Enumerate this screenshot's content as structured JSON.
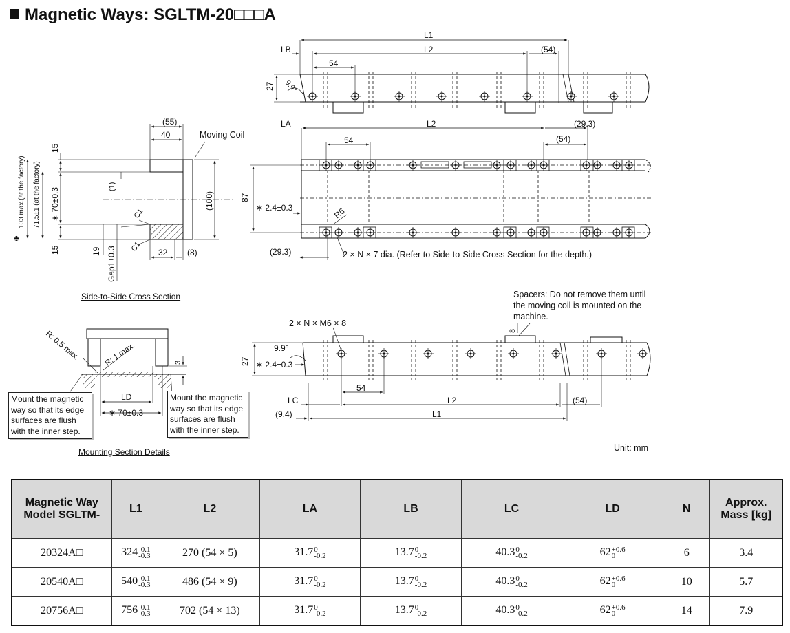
{
  "title": "Magnetic Ways: SGLTM-20□□□A",
  "top_view": {
    "L1": "L1",
    "L2": "L2",
    "LB": "LB",
    "p54a": "54",
    "p54b": "(54)",
    "h27": "27",
    "angle": "9.9°"
  },
  "mid_view": {
    "LA": "LA",
    "L2": "L2",
    "p293a": "(29.3)",
    "p54a": "54",
    "p54b": "(54)",
    "h87": "87",
    "star24": "∗ 2.4±0.3",
    "r6": "R6",
    "p293b": "(29.3)",
    "holes": "2 × N × 7 dia. (Refer to Side-to-Side Cross Section for the depth.)"
  },
  "cross_section": {
    "p55": "(55)",
    "d40": "40",
    "moving_coil": "Moving Coil",
    "d15a": "15",
    "d103": "103 max.(at the factory)",
    "d715": "71.5±1 (at the factory)",
    "d70": "∗ 70±0.3",
    "d1": "(1)",
    "c1a": "C1",
    "d100": "(100)",
    "d15b": "15",
    "d19": "19",
    "gap": "Gap1±0.3",
    "c1b": "C1",
    "d32": "32",
    "d8": "(8)",
    "caption": "Side-to-Side Cross Section"
  },
  "mounting": {
    "r05": "R: 0.5 max.",
    "r1": "R: 1 max.",
    "d3": "3",
    "LD": "LD",
    "d70": "∗ 70±0.3",
    "note_left": "Mount the magnetic way so that its edge surfaces are flush with the inner step.",
    "note_right": "Mount the magnetic way so that its edge surfaces are flush with the inner step.",
    "caption": "Mounting Section Details"
  },
  "bottom_view": {
    "spacers_note": "Spacers: Do not remove them until the moving coil is mounted on the machine.",
    "m6": "2 × N × M6 × 8",
    "d8": "8",
    "angle": "9.9°",
    "h27": "27",
    "star24": "∗ 2.4±0.3",
    "p54a": "54",
    "LC": "LC",
    "L2": "L2",
    "p54b": "(54)",
    "p94": "(9.4)",
    "L1": "L1"
  },
  "unit": "Unit: mm",
  "table": {
    "headers": [
      "Magnetic Way Model SGLTM-",
      "L1",
      "L2",
      "LA",
      "LB",
      "LC",
      "LD",
      "N",
      "Approx. Mass [kg]"
    ],
    "rows": [
      {
        "model": "20324A□",
        "L1": "324",
        "L1_up": "-0.1",
        "L1_lo": "-0.3",
        "L2": "270 (54 × 5)",
        "LA": "31.7",
        "LA_up": "0",
        "LA_lo": "-0.2",
        "LB": "13.7",
        "LB_up": "0",
        "LB_lo": "-0.2",
        "LC": "40.3",
        "LC_up": "0",
        "LC_lo": "-0.2",
        "LD": "62",
        "LD_up": "+0.6",
        "LD_lo": "0",
        "N": "6",
        "mass": "3.4"
      },
      {
        "model": "20540A□",
        "L1": "540",
        "L1_up": "-0.1",
        "L1_lo": "-0.3",
        "L2": "486 (54 × 9)",
        "LA": "31.7",
        "LA_up": "0",
        "LA_lo": "-0.2",
        "LB": "13.7",
        "LB_up": "0",
        "LB_lo": "-0.2",
        "LC": "40.3",
        "LC_up": "0",
        "LC_lo": "-0.2",
        "LD": "62",
        "LD_up": "+0.6",
        "LD_lo": "0",
        "N": "10",
        "mass": "5.7"
      },
      {
        "model": "20756A□",
        "L1": "756",
        "L1_up": "-0.1",
        "L1_lo": "-0.3",
        "L2": "702 (54 × 13)",
        "LA": "31.7",
        "LA_up": "0",
        "LA_lo": "-0.2",
        "LB": "13.7",
        "LB_up": "0",
        "LB_lo": "-0.2",
        "LC": "40.3",
        "LC_up": "0",
        "LC_lo": "-0.2",
        "LD": "62",
        "LD_up": "+0.6",
        "LD_lo": "0",
        "N": "14",
        "mass": "7.9"
      }
    ]
  }
}
